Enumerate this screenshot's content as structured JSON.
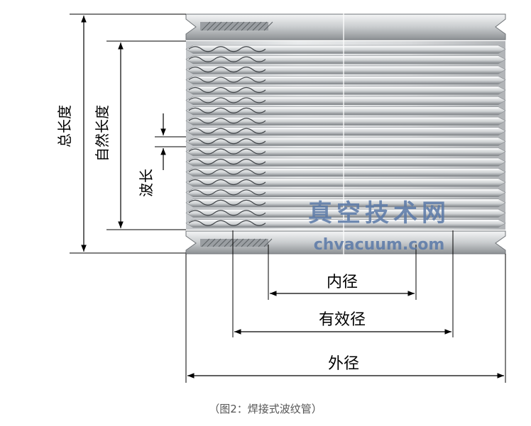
{
  "labels": {
    "total_length": "总长度",
    "free_length": "自然长度",
    "wavelength": "波长",
    "inner_diameter": "内径",
    "effective_diameter": "有效径",
    "outer_diameter": "外径"
  },
  "watermark": {
    "cn": "真空技术网",
    "url": "chvacuum.com"
  },
  "caption": "（图2：焊接式波纹管）",
  "colors": {
    "metal_light": "#e4e6e8",
    "metal_mid": "#b9bcbf",
    "metal_dark": "#6f7377",
    "line": "#000000",
    "watermark": "#5a79a8"
  }
}
